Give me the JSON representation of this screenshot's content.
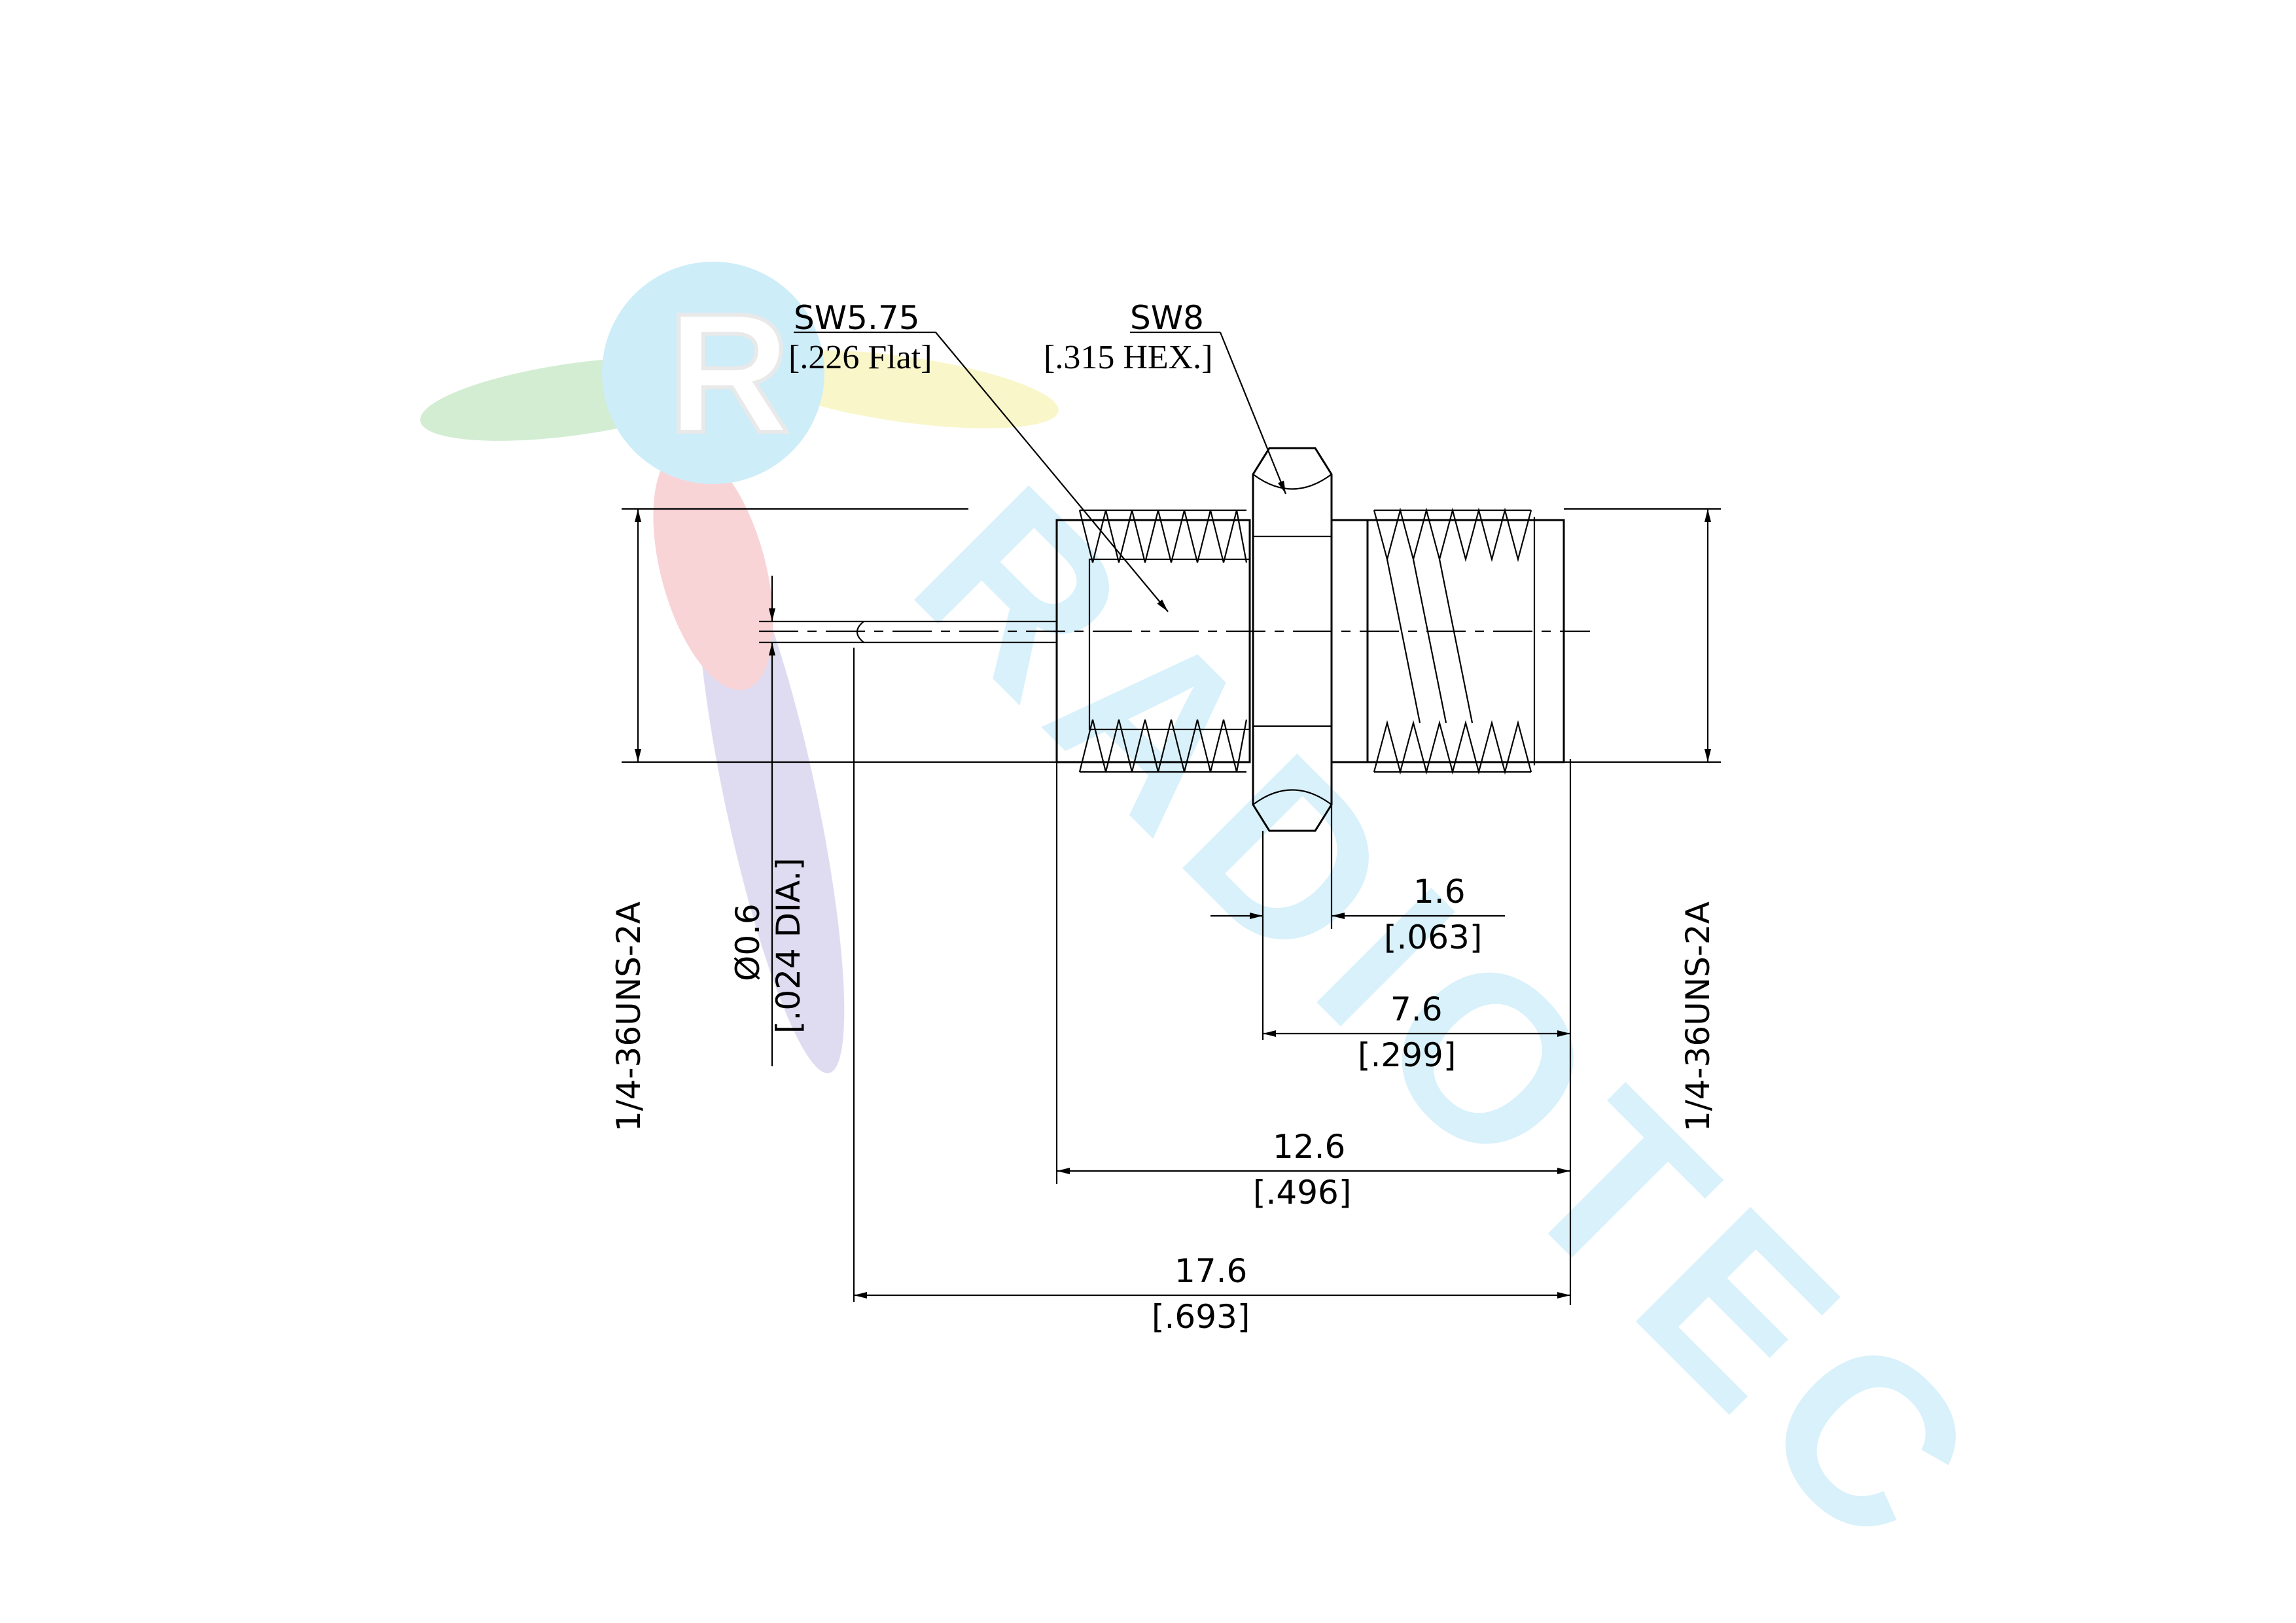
{
  "watermark": {
    "logo_letter": "R",
    "brand_text": "RADIOTEC",
    "colors": {
      "blue": "#8fd6f2",
      "yellow": "#f2ea8a",
      "green": "#9ed79a",
      "red": "#f2a0a6",
      "purple": "#b7b2e0"
    }
  },
  "callouts": {
    "flat": {
      "line1": "SW5.75",
      "line2": "[.226 Flat]"
    },
    "hex": {
      "line1": "SW8",
      "line2": "[.315 HEX.]"
    }
  },
  "dimensions": {
    "d1": {
      "metric": "1.6",
      "inch": "[.063]"
    },
    "d2": {
      "metric": "7.6",
      "inch": "[.299]"
    },
    "d3": {
      "metric": "12.6",
      "inch": "[.496]"
    },
    "d4": {
      "metric": "17.6",
      "inch": "[.693]"
    },
    "pin_dia": {
      "metric": "Ø0.6",
      "inch": "[.024 DIA.]"
    },
    "thread_left": "1/4-36UNS-2A",
    "thread_right": "1/4-36UNS-2A"
  }
}
